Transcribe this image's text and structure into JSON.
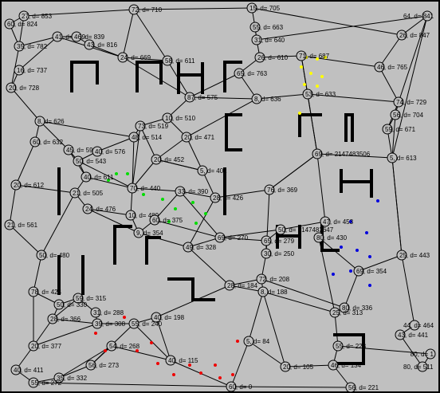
{
  "colors": {
    "background": "#c0c0c0",
    "edge": "#000000",
    "node_fill": "#c0c0c0",
    "wall": "#000000",
    "dot_yellow": "#ffff00",
    "dot_green": "#00dd00",
    "dot_blue": "#0000dd",
    "dot_red": "#ee0000"
  },
  "nodes": [
    {
      "id": "0",
      "label": "60, d= 0"
    },
    {
      "id": "1",
      "label": "72, d= 710"
    },
    {
      "id": "2",
      "label": "15, d= 705"
    },
    {
      "id": "3",
      "label": "27, d= 853"
    },
    {
      "id": "4",
      "label": "60, d= 824"
    },
    {
      "id": "5",
      "label": "41, d= 839"
    },
    {
      "id": "6",
      "label": "46, d= 839"
    },
    {
      "id": "7",
      "label": "35, d= 782"
    },
    {
      "id": "8",
      "label": "43, d= 816"
    },
    {
      "id": "9",
      "label": "55, d= 663"
    },
    {
      "id": "10",
      "label": "64, d= 841"
    },
    {
      "id": "11",
      "label": "26, d= 847"
    },
    {
      "id": "12",
      "label": "31, d= 640"
    },
    {
      "id": "13",
      "label": "24, d= 669"
    },
    {
      "id": "14",
      "label": "58, d= 611"
    },
    {
      "id": "15",
      "label": "26, d= 610"
    },
    {
      "id": "16",
      "label": "71, d= 687"
    },
    {
      "id": "17",
      "label": "46, d= 765"
    },
    {
      "id": "18",
      "label": "16, d= 737"
    },
    {
      "id": "19",
      "label": "65, d= 763"
    },
    {
      "id": "20",
      "label": "20, d= 728"
    },
    {
      "id": "21",
      "label": "87, d= 575"
    },
    {
      "id": "22",
      "label": "8, d= 636"
    },
    {
      "id": "23",
      "label": "53, d= 633"
    },
    {
      "id": "24",
      "label": "74, d= 729"
    },
    {
      "id": "25",
      "label": "56, d= 704"
    },
    {
      "id": "26",
      "label": "8, d= 626"
    },
    {
      "id": "27",
      "label": "10, d= 510"
    },
    {
      "id": "28",
      "label": "73, d= 519"
    },
    {
      "id": "29",
      "label": "59, d= 671"
    },
    {
      "id": "30",
      "label": "60, d= 632"
    },
    {
      "id": "31",
      "label": "48, d= 514"
    },
    {
      "id": "32",
      "label": "20, d= 471"
    },
    {
      "id": "33",
      "label": "45, d= 596"
    },
    {
      "id": "34",
      "label": "40, d= 576"
    },
    {
      "id": "35",
      "label": "69, d= 2147483506"
    },
    {
      "id": "36",
      "label": "50, d= 543"
    },
    {
      "id": "37",
      "label": "20, d= 452"
    },
    {
      "id": "38",
      "label": "5, d= 401"
    },
    {
      "id": "39",
      "label": "5, d= 613"
    },
    {
      "id": "40",
      "label": "20, d= 612"
    },
    {
      "id": "41",
      "label": "40, d= 611"
    },
    {
      "id": "42",
      "label": "21, d= 505"
    },
    {
      "id": "43",
      "label": "70, d= 440"
    },
    {
      "id": "44",
      "label": "33, d= 390"
    },
    {
      "id": "45",
      "label": "28, d= 426"
    },
    {
      "id": "46",
      "label": "76, d= 369"
    },
    {
      "id": "47",
      "label": "24, d= 476"
    },
    {
      "id": "48",
      "label": "10, d= 489"
    },
    {
      "id": "49",
      "label": "47, d= 453"
    },
    {
      "id": "50",
      "label": "50, d= 2147483647"
    },
    {
      "id": "51",
      "label": "60, d= 375"
    },
    {
      "id": "52",
      "label": "9, d= 354"
    },
    {
      "id": "53",
      "label": "80, d= 430"
    },
    {
      "id": "54",
      "label": "21, d= 561"
    },
    {
      "id": "55",
      "label": "69, d= 270"
    },
    {
      "id": "56",
      "label": "65, d= 279"
    },
    {
      "id": "57",
      "label": "49, d= 328"
    },
    {
      "id": "58",
      "label": "30, d= 250"
    },
    {
      "id": "59",
      "label": "25, d= 443"
    },
    {
      "id": "60",
      "label": "50, d= 480"
    },
    {
      "id": "61",
      "label": "69, d= 354"
    },
    {
      "id": "62",
      "label": "72, d= 208"
    },
    {
      "id": "63",
      "label": "28, d= 184"
    },
    {
      "id": "64",
      "label": "78, d= 424"
    },
    {
      "id": "65",
      "label": "8, d= 188"
    },
    {
      "id": "66",
      "label": "59, d= 315"
    },
    {
      "id": "67",
      "label": "50, d= 330"
    },
    {
      "id": "68",
      "label": "31, d= 288"
    },
    {
      "id": "69",
      "label": "40, d= 198"
    },
    {
      "id": "70",
      "label": "28, d= 366"
    },
    {
      "id": "71",
      "label": "80, d= 336"
    },
    {
      "id": "72",
      "label": "25, d= 313"
    },
    {
      "id": "73",
      "label": "39, d= 308"
    },
    {
      "id": "74",
      "label": "55, d= 240"
    },
    {
      "id": "75",
      "label": "44, d= 464"
    },
    {
      "id": "76",
      "label": "43, d= 441"
    },
    {
      "id": "77",
      "label": "5, d= 84"
    },
    {
      "id": "78",
      "label": "54, d= 268"
    },
    {
      "id": "79",
      "label": "20, d= 377"
    },
    {
      "id": "80",
      "label": "55, d= 228"
    },
    {
      "id": "81",
      "label": "40, d= 115"
    },
    {
      "id": "82",
      "label": "56, d= 273"
    },
    {
      "id": "83",
      "label": "40, d= 411"
    },
    {
      "id": "84",
      "label": "80, d= 511"
    },
    {
      "id": "85",
      "label": "35, d= 332"
    },
    {
      "id": "86",
      "label": "20, d= 105"
    },
    {
      "id": "87",
      "label": "46, d= 134"
    },
    {
      "id": "88",
      "label": "55, d= 272"
    },
    {
      "id": "89",
      "label": "56, d= 221"
    },
    {
      "id": "90",
      "label": "80, d= 1"
    }
  ]
}
